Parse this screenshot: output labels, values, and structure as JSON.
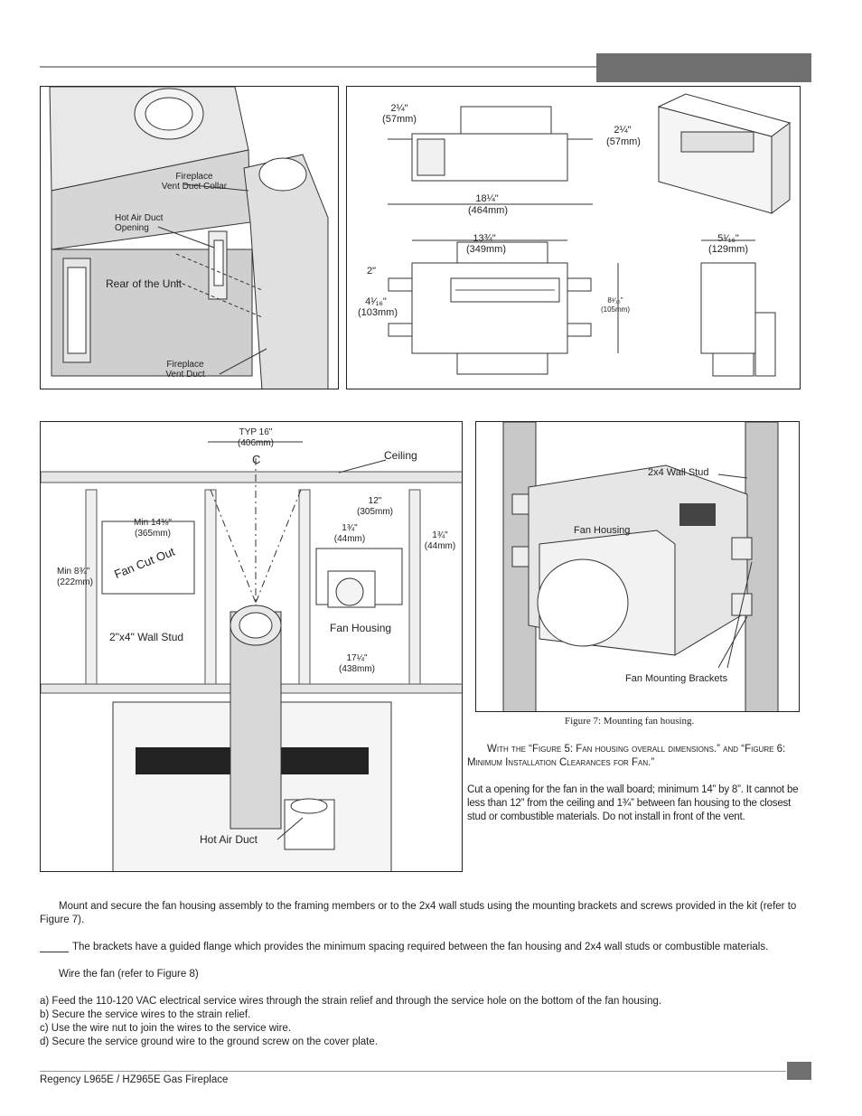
{
  "fig_a": {
    "vent_collar": "Fireplace\nVent Duct Collar",
    "hot_air_opening": "Hot Air Duct\nOpening",
    "rear": "Rear of the Unit",
    "vent_duct": "Fireplace\nVent Duct"
  },
  "fig_b": {
    "d1_in": "2¼\"",
    "d1_mm": "(57mm)",
    "d2_in": "2¼\"",
    "d2_mm": "(57mm)",
    "d3_in": "18¼\"",
    "d3_mm": "(464mm)",
    "d4_in": "13¾\"",
    "d4_mm": "(349mm)",
    "d5_in": "5¹⁄₁₆\"",
    "d5_mm": "(129mm)",
    "d6": "2\"",
    "d7_in": "4¹⁄₁₆\"",
    "d7_mm": "(103mm)",
    "d8_in": "8¹⁄₁₆\"",
    "d8_mm": "(105mm)"
  },
  "fig_c": {
    "typ_in": "TYP 16\"",
    "typ_mm": "(406mm)",
    "cl": "C",
    "ceiling": "Ceiling",
    "d12_in": "12\"",
    "d12_mm": "(305mm)",
    "min_w_in": "Min 14⅜\"",
    "min_w_mm": "(365mm)",
    "d134a_in": "1¾\"",
    "d134a_mm": "(44mm)",
    "d134b_in": "1¾\"",
    "d134b_mm": "(44mm)",
    "min_h_in": "Min 8¾\"",
    "min_h_mm": "(222mm)",
    "cutout": "Fan Cut Out",
    "fan_housing": "Fan Housing",
    "wall_stud": "2\"x4\" Wall Stud",
    "d17_in": "17¼\"",
    "d17_mm": "(438mm)",
    "hot_air_duct": "Hot Air Duct"
  },
  "fig_d": {
    "wall_stud": "2x4 Wall Stud",
    "fan_housing": "Fan Housing",
    "brackets": "Fan Mounting Brackets"
  },
  "caption7": "Figure 7: Mounting fan housing.",
  "para1_a": "With the “Figure 5: Fan housing overall dimensions.” and “Figure 6: Minimum Installation Clearances for Fan.”",
  "para2": "Cut a opening for the fan in the wall board; minimum 14” by 8”. It cannot be less than 12” from the ceiling and 1¾” between fan housing to the closest stud or combustible materials. Do not install in front of the vent.",
  "para3": "Mount and secure the fan housing assembly to the framing members or to the 2x4 wall studs using the mounting brackets and screws provided in the kit  (refer to Figure 7).",
  "para4": "The brackets have a guided flange which provides the minimum spacing required between the fan housing and 2x4 wall studs or combustible materials.",
  "para5": "Wire the fan (refer to Figure 8)",
  "steps": [
    "a) Feed the 110-120 VAC electrical service wires through the strain relief and through the service hole on the bottom of the fan housing.",
    "b) Secure the service wires to the strain relief.",
    "c) Use the wire nut to join the wires to the service wire.",
    "d) Secure the service ground wire to the ground screw on the cover plate."
  ],
  "footer": "Regency L965E / HZ965E Gas Fireplace"
}
